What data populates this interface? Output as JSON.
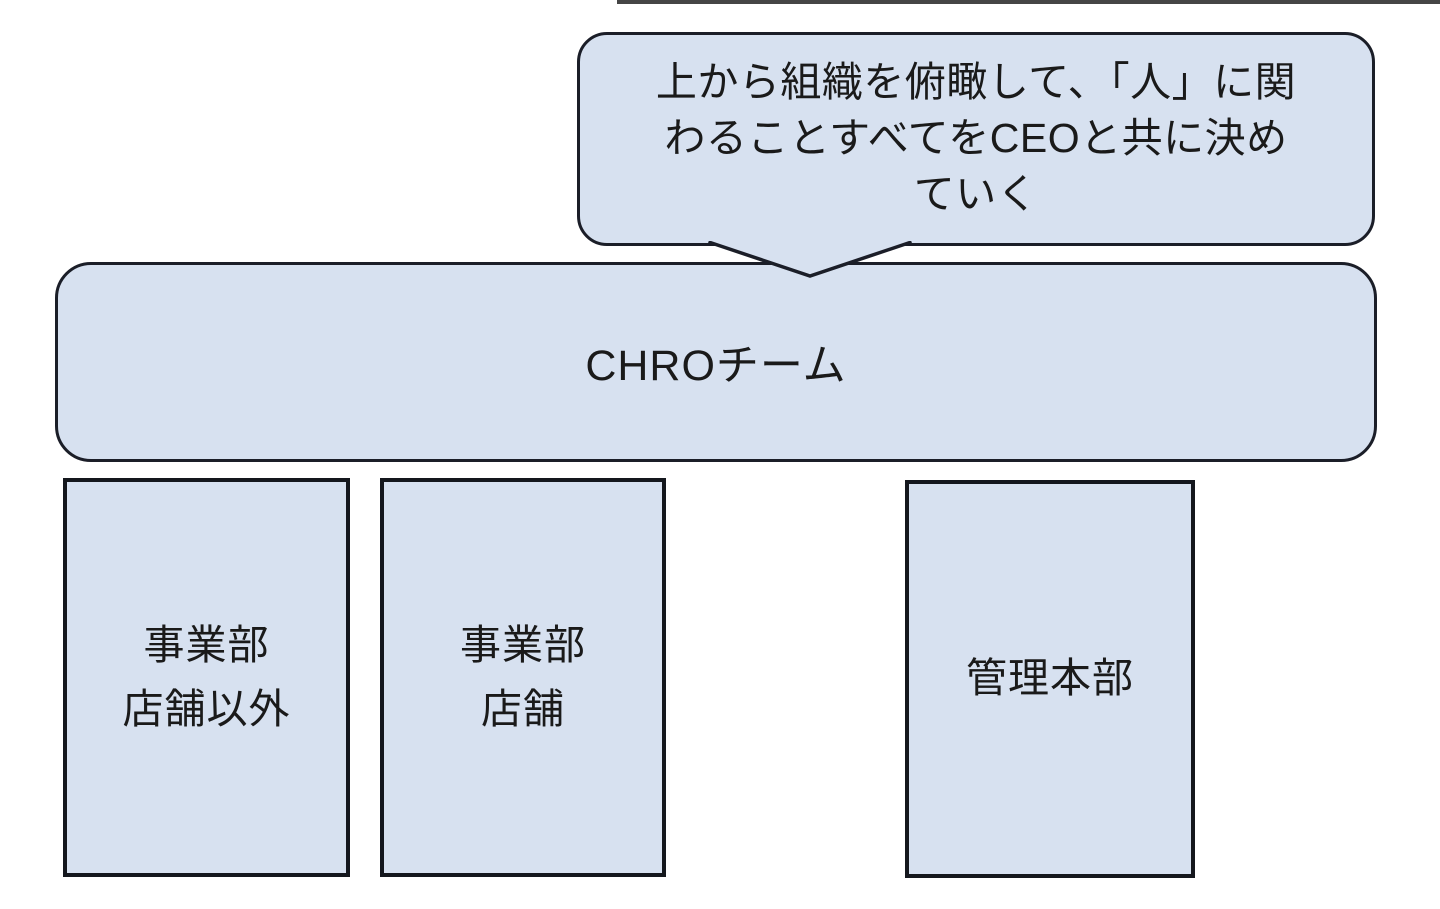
{
  "org_chart": {
    "callout": {
      "text": "上から組織を俯瞰して、「人」に関わることすべてをCEOと共に決めていく",
      "lines": [
        "上から組織を俯瞰して、「人」に関",
        "わることすべてをCEOと共に決め",
        "ていく"
      ]
    },
    "root": {
      "label": "CHROチーム"
    },
    "departments": [
      {
        "lines": [
          "事業部",
          "店舗以外"
        ]
      },
      {
        "lines": [
          "事業部",
          "店舗"
        ]
      },
      {
        "lines": [
          "管理本部"
        ]
      }
    ],
    "colors": {
      "box_fill": "#d7e1f0",
      "box_border": "#1b1e28",
      "text_color": "#1a1a1a"
    }
  }
}
